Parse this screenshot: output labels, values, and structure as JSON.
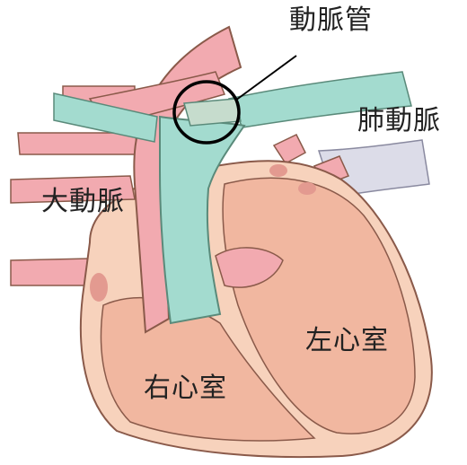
{
  "labels": {
    "ductus_arteriosus": "動脈管",
    "pulmonary_artery": "肺動脈",
    "aorta": "大動脈",
    "left_ventricle": "左心室",
    "right_ventricle": "右心室"
  },
  "colors": {
    "aorta": "#f2aab0",
    "pulmonary_artery": "#a3dbcf",
    "heart_outer": "#f7d2bc",
    "heart_chamber": "#f1b7a0",
    "vein": "#dcdce8",
    "outline": "#8a5a4a",
    "highlight_circle": "#000000"
  }
}
